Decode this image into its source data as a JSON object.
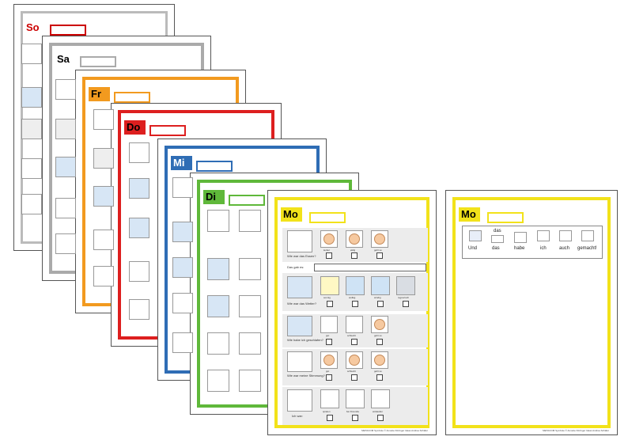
{
  "days": {
    "so": {
      "label": "So",
      "color": "#cc0000"
    },
    "sa": {
      "label": "Sa",
      "color": "#aaaaaa"
    },
    "fr": {
      "label": "Fr",
      "color": "#f29a1f"
    },
    "do": {
      "label": "Do",
      "color": "#dd1f1f"
    },
    "mi": {
      "label": "Mi",
      "color": "#2f6db5"
    },
    "di": {
      "label": "Di",
      "color": "#5fb83a"
    },
    "mo": {
      "label": "Mo",
      "color": "#f2e21a"
    }
  },
  "mo_sheet": {
    "questions": {
      "mood": "Wie war das Essen?",
      "day": "Das gab es:",
      "weather": "Wie war das Wetter?",
      "feel": "Wie habe ich geschlafen?",
      "opinion": "Wie war meine Stimmung?",
      "time": "Ich war:"
    },
    "mood_options": [
      "lecker",
      "eklig",
      "geht so"
    ],
    "weather_options": [
      "sonnig",
      "wolkig",
      "windig",
      "regnerisch"
    ],
    "feel_options": [
      "gut",
      "schlecht",
      "geht so"
    ],
    "opinion_options": [
      "gut",
      "schlecht",
      "geht so"
    ],
    "time_options": [
      "spielen",
      "bei Freunde",
      "einkaufen"
    ],
    "footer": "METACOM Symbole © Annette Kitzinger Ideas Andrea Schäfer"
  },
  "mo_sentence": {
    "words": [
      "Und",
      "das",
      "habe",
      "ich",
      "auch",
      "gemacht!"
    ],
    "top_word": "das",
    "footer": "METACOM Symbole © Annette Kitzinger Ideas Andrea Schäfer"
  }
}
